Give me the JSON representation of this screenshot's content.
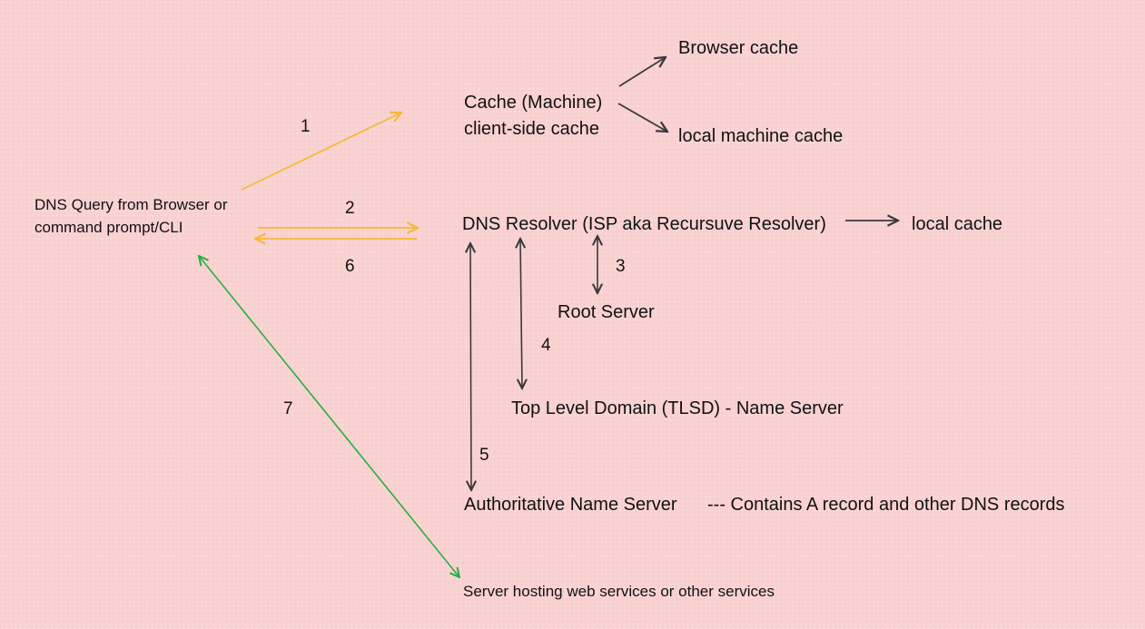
{
  "colors": {
    "background": "#f9d0d0",
    "query_arrow": "#f5b93a",
    "resolver_arrow": "#3a3a3a",
    "server_arrow": "#27b043"
  },
  "nodes": {
    "client_line1": "DNS Query from Browser or",
    "client_line2": "command prompt/CLI",
    "cache_machine": "Cache (Machine)",
    "client_side_cache": "client-side cache",
    "browser_cache": "Browser cache",
    "local_machine_cache": "local machine cache",
    "dns_resolver": "DNS Resolver (ISP aka Recursuve Resolver)",
    "local_cache": "local cache",
    "root_server": "Root Server",
    "tld_server": "Top Level Domain (TLSD) - Name Server",
    "authoritative_server": "Authoritative Name Server",
    "authoritative_note": "--- Contains A record and other DNS records",
    "hosting_server": "Server hosting web services or other services"
  },
  "steps": {
    "s1": "1",
    "s2": "2",
    "s3": "3",
    "s4": "4",
    "s5": "5",
    "s6": "6",
    "s7": "7"
  }
}
